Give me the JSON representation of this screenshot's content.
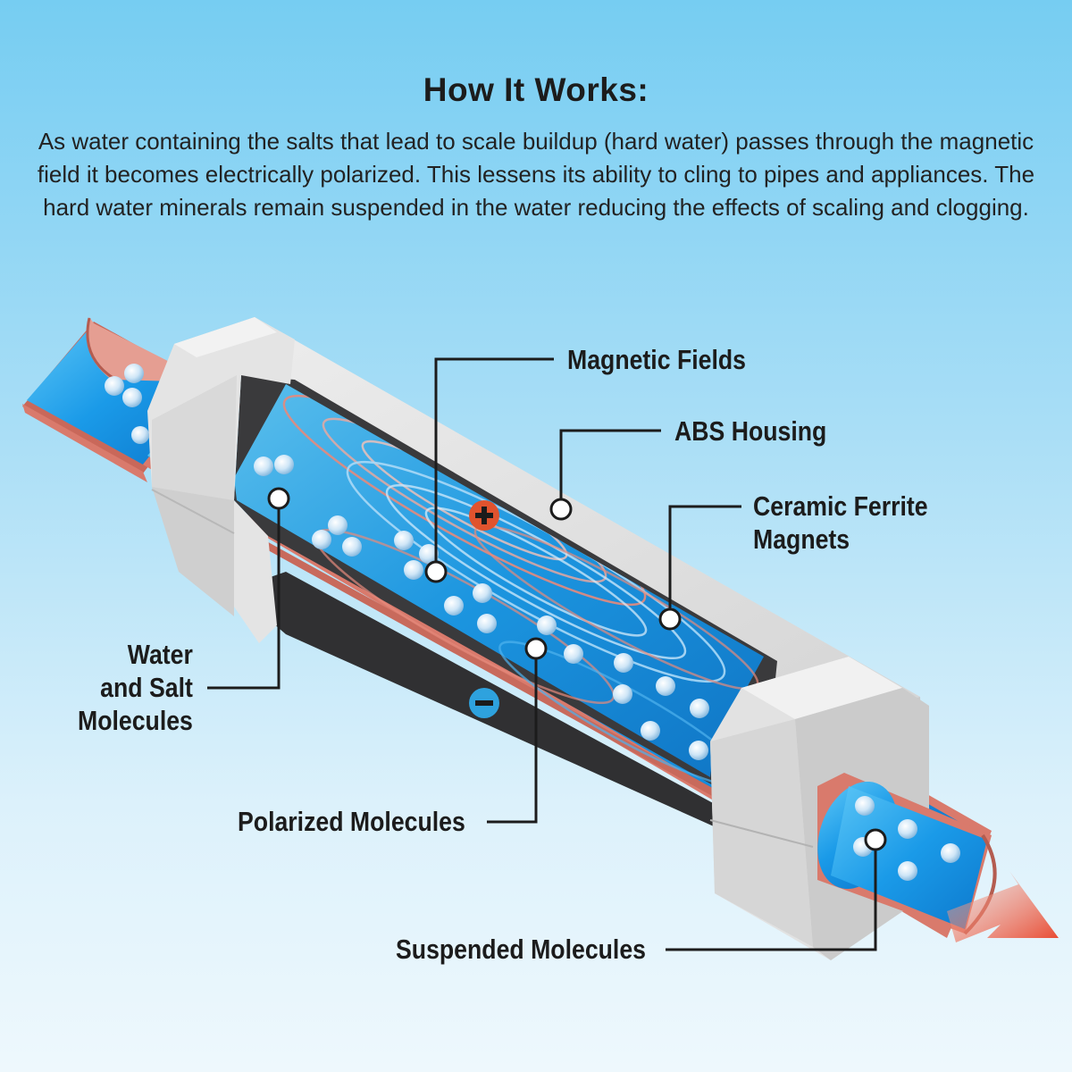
{
  "header": {
    "title": "How It Works:",
    "description": "As water containing the salts that lead to scale buildup (hard water) passes through the magnetic field it becomes electrically polarized. This lessens its ability to cling to pipes and appliances. The hard water minerals remain suspended in the water reducing the effects of scaling and clogging."
  },
  "labels": {
    "magnetic_fields": "Magnetic Fields",
    "abs_housing": "ABS Housing",
    "ceramic_ferrite_magnets": [
      "Ceramic Ferrite",
      "Magnets"
    ],
    "water_salt_molecules": [
      "Water",
      "and Salt",
      "Molecules"
    ],
    "polarized_molecules": "Polarized Molecules",
    "suspended_molecules": "Suspended Molecules"
  },
  "symbols": {
    "positive": "+",
    "negative": "−"
  },
  "colors": {
    "background_top": "#76cdf2",
    "water": "#1ea0ee",
    "pipe_copper": "#d97a6c",
    "housing": "#e6e6e6",
    "magnet_dark": "#3a3a3c",
    "positive": "#e0532e",
    "negative": "#2ea2de",
    "flow_arrow": "#ee5b3c"
  },
  "icons": [
    "flow-arrow-icon",
    "positive-pole-icon",
    "negative-pole-icon"
  ]
}
